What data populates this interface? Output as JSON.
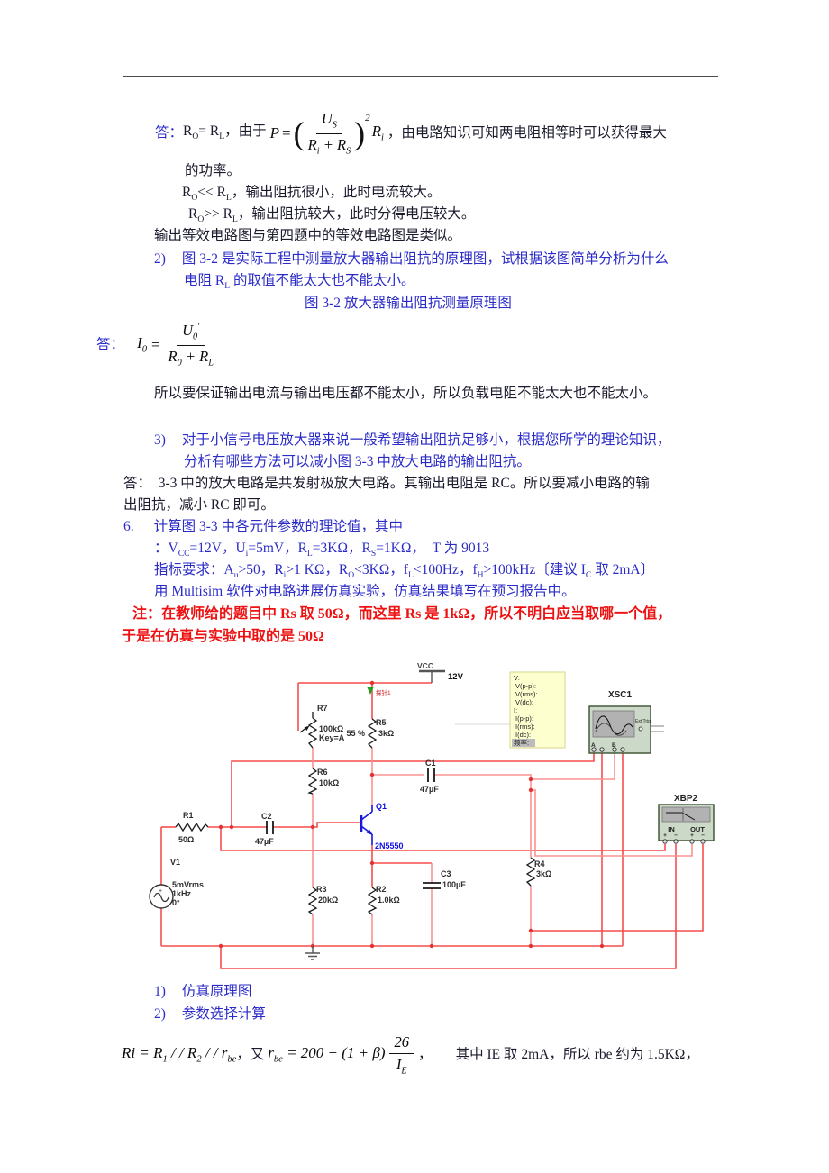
{
  "doc": {
    "answer1": {
      "prefix": "答：",
      "lead": "R_{O}= R_{L}，由于",
      "formula": {
        "lhs": "P",
        "eq": "=",
        "open": "(",
        "num": "U_{S}",
        "den": "R_{i} + R_{S}",
        "close": ")",
        "power": "2",
        "mult": "R_{i}"
      },
      "tail": " ，由电路知识可知两电阻相等时可以获得最大",
      "line2": "的功率。",
      "line3": "R_{O}<< R_{L}，输出阻抗很小，此时电流较大。",
      "line4": "R_{O}>> R_{L}，输出阻抗较大，此时分得电压较大。",
      "line5": "输出等效电路图与第四题中的等效电路图是类似。"
    },
    "q2": {
      "num": "2)",
      "text1": "图 3-2 是实际工程中测量放大器输出阻抗的原理图，试根据该图简单分析为什么",
      "text2": "电阻 R_{L} 的取值不能太大也不能太小。",
      "caption": "图 3-2 放大器输出阻抗测量原理图"
    },
    "answer2": {
      "prefix": "答：",
      "formula": {
        "lhs": "I_{0}",
        "eq": "=",
        "num": "U_{0}^{′}",
        "den": "R_{0} + R_{L}"
      },
      "line": "所以要保证输出电流与输出电压都不能太小，所以负载电阻不能太大也不能太小。"
    },
    "q3": {
      "num": "3)",
      "text1": "对于小信号电压放大器来说一般希望输出阻抗足够小，根据您所学的理论知识，",
      "text2": "分析有哪些方法可以减小图 3-3 中放大电路的输出阻抗。"
    },
    "answer3": {
      "line1": "答：  3-3 中的放大电路是共发射极放大电路。其输出电阻是 RC。所以要减小电路的输",
      "line2": "出阻抗，减小 RC 即可。"
    },
    "q6": {
      "num": "6.",
      "text1": "计算图 3-3 中各元件参数的理论值，其中",
      "text2": "：V_{CC}=12V，U_{i}=5mV，R_{L}=3KΩ，R_{S}=1KΩ，  T 为 9013",
      "text3": "指标要求：A_{u}>50，R_{i}>1 KΩ，R_{O}<3KΩ，f_{L}<100Hz，f_{H}>100kHz〔建议 I_{C} 取 2mA〕",
      "text4": "用 Multisim 软件对电路进展仿真实验，仿真结果填写在预习报告中。"
    },
    "note": {
      "line1": "注：在教师给的题目中 Rs 取 50Ω，而这里 Rs 是 1kΩ，所以不明白应当取哪一个值，",
      "line2": "于是在仿真与实验中取的是 50Ω"
    },
    "items": [
      {
        "num": "1)",
        "label": "仿真原理图"
      },
      {
        "num": "2)",
        "label": "参数选择计算"
      }
    ],
    "f3": {
      "body": "Ri = R_{1} / / R_{2} / / r_{be}",
      "mid": "，又 ",
      "expr": "r_{be} = 200 + (1 + β)",
      "num": "26",
      "den": "I_{E}",
      "comma": "，",
      "tail": "其中 IE 取 2mA，所以 rbe 约为 1.5KΩ，"
    }
  },
  "circuit": {
    "vcc": {
      "name": "VCC",
      "value": "12V"
    },
    "probe": {
      "label": "探针1"
    },
    "probe_box": {
      "lines": [
        "V:",
        "V(p-p):",
        "V(rms):",
        "V(dc):",
        "I:",
        "I(p-p):",
        "I(rms):",
        "I(dc):",
        "频率:"
      ]
    },
    "r7": {
      "name": "R7",
      "value": "100kΩ",
      "key": "Key=A",
      "percent": "55 %"
    },
    "r5": {
      "name": "R5",
      "value": "3kΩ"
    },
    "r6": {
      "name": "R6",
      "value": "10kΩ"
    },
    "r1": {
      "name": "R1",
      "value": "50Ω"
    },
    "r2": {
      "name": "R2",
      "value": "1.0kΩ"
    },
    "r3": {
      "name": "R3",
      "value": "20kΩ"
    },
    "r4": {
      "name": "R4",
      "value": "3kΩ"
    },
    "c1": {
      "name": "C1",
      "value": "47µF"
    },
    "c2": {
      "name": "C2",
      "value": "47µF"
    },
    "c3": {
      "name": "C3",
      "value": "100µF"
    },
    "q1": {
      "name": "Q1",
      "model": "2N5550"
    },
    "v1": {
      "name": "V1",
      "amplitude": "5mVrms",
      "frequency": "1kHz",
      "phase": "0°"
    },
    "xsc1": {
      "label": "XSC1",
      "ext_trig": "Ext Trig",
      "port_a": "A",
      "port_b": "B"
    },
    "xbp2": {
      "label": "XBP2",
      "in": "IN",
      "out": "OUT",
      "plus": "+",
      "minus": "−"
    },
    "colors": {
      "wire": "#f74c4c",
      "wire_light": "#fb9292",
      "blue_part": "#1717e0",
      "instrument": "#cdd9c8",
      "probe_green": "#1fa31f",
      "note_yellow": "#feffcf"
    }
  }
}
